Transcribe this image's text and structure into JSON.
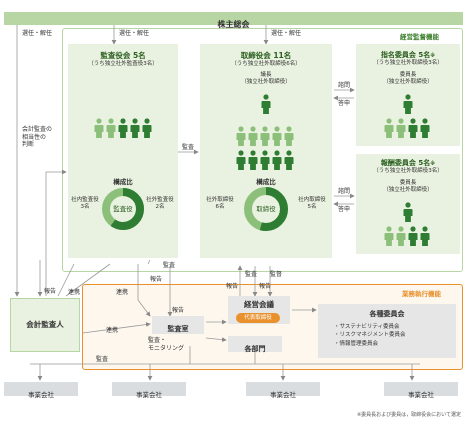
{
  "top": {
    "title": "株主総会",
    "supervision_label": "経営監督機能"
  },
  "arrows": {
    "appoint_left": "選任・解任",
    "appoint_mid": "選任・解任",
    "appoint_right": "選任・解任",
    "audit_judgment": [
      "会計監査の",
      "相当性の",
      "判断"
    ],
    "audit": "監査",
    "consult1": "諮問",
    "report1": "答申",
    "consult2": "諮問",
    "report2": "答申",
    "report_a": "報告",
    "coop_a": "連携",
    "coop_b": "連携",
    "audit_b": "監査",
    "report_b": "報告",
    "coop_c": "連携",
    "report_c": "報告",
    "audit_monitor": [
      "監査・",
      "モニタリング"
    ],
    "report_d": "報告",
    "audit_c": "監査",
    "report_e": "報告",
    "supervise": "監督",
    "audit_d": "監査"
  },
  "kansayaku": {
    "title": "監査役会 5名",
    "sub": "（うち独立社外監査役3名）",
    "ratio_title": "構成比",
    "inner": [
      "社内監査役",
      "3名"
    ],
    "outer": [
      "社外監査役",
      "2名"
    ],
    "center": "監査役",
    "ratio": [
      3,
      5
    ]
  },
  "board": {
    "title": "取締役会 11名",
    "sub": "（うち独立社外取締役6名）",
    "chair": [
      "議長",
      "（独立社外取締役）"
    ],
    "ratio_title": "構成比",
    "outside": [
      "社外取締役",
      "6名"
    ],
    "inside": [
      "社内取締役",
      "5名"
    ],
    "center": "取締役",
    "ratio": [
      6,
      11
    ]
  },
  "nomination": {
    "title": "指名委員会 5名",
    "mark": "※",
    "sub": "（うち独立社外取締役3名）",
    "chair": [
      "委員長",
      "（独立社外取締役）"
    ]
  },
  "remuneration": {
    "title": "報酬委員会 5名",
    "mark": "※",
    "sub": "（うち独立社外取締役3名）",
    "chair": [
      "委員長",
      "（独立社外取締役）"
    ]
  },
  "execution": {
    "label": "業務執行機能"
  },
  "kaikei": "会計監査人",
  "keiei": "経営会議",
  "ceo": "代表取締役",
  "kansa_shitsu": "監査室",
  "bumon": "各部門",
  "committees": {
    "title": "各種委員会",
    "items": [
      "・サステナビリティ委員会",
      "・リスクマネジメント委員会",
      "・情報管理委員会"
    ]
  },
  "companies": [
    "事業会社",
    "事業会社",
    "事業会社",
    "事業会社"
  ],
  "footnote": "※委員長および委員は，取締役会において選定",
  "colors": {
    "dark": "#2e7d32",
    "mid": "#4a9a3a",
    "light": "#8cc07a",
    "pale": "#e9f2e0",
    "top": "#b7d6a3",
    "orange": "#e8912d"
  }
}
